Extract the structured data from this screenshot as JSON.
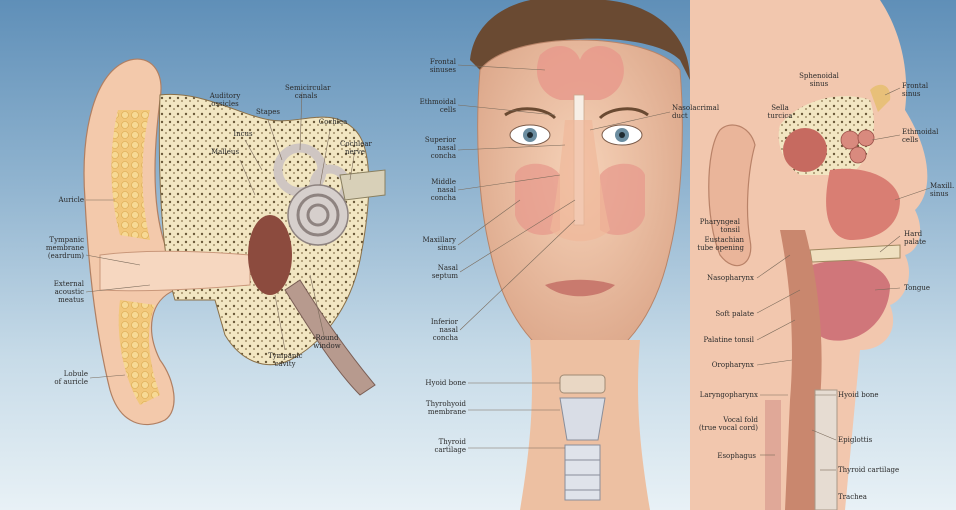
{
  "ear": {
    "labels": {
      "auditory_ossicles": "Auditory\nossicles",
      "stapes": "Stapes",
      "semicircular_canals": "Semicircular\ncanals",
      "incus": "Incus",
      "malleus": "Malleus",
      "cochlea": "Cochlea",
      "cochlear_nerve": "Cochlear\nnerve",
      "auricle": "Auricle",
      "tympanic_membrane": "Tympanic\nmembrane\n(eardrum)",
      "external_acoustic_meatus": "External\nacoustic\nmeatus",
      "lobule": "Lobule\nof auricle",
      "tympanic_cavity": "Tympanic\ncavity",
      "round_window": "Round\nwindow"
    }
  },
  "face": {
    "labels": {
      "frontal_sinuses": "Frontal\nsinuses",
      "ethmoidal_cells": "Ethmoidal\ncells",
      "superior_nasal_concha": "Superior\nnasal\nconcha",
      "middle_nasal_concha": "Middle\nnasal\nconcha",
      "maxillary_sinus": "Maxillary\nsinus",
      "nasal_septum": "Nasal\nseptum",
      "inferior_nasal_concha": "Inferior\nnasal\nconcha",
      "nasolacrimal_duct": "Nasolacrimal\nduct",
      "hyoid_bone": "Hyoid bone",
      "thyrohyoid_membrane": "Thyrohyoid\nmembrane",
      "thyroid_cartilage": "Thyroid\ncartilage"
    }
  },
  "sagittal": {
    "labels": {
      "sella_turcica": "Sella\nturcica",
      "sphenoidal_sinus": "Sphenoidal\nsinus",
      "frontal_sinus": "Frontal\nsinus",
      "ethmoidal_cells": "Ethmoidal\ncells",
      "maxillary_sinus": "Maxill.\nsinus",
      "pharyngeal_tonsil": "Pharyngeal\ntonsil",
      "eustachian_tube": "Eustachian\ntube opening",
      "nasopharynx": "Nasopharynx",
      "hard_palate": "Hard\npalate",
      "soft_palate": "Soft palate",
      "tongue": "Tongue",
      "palatine_tonsil": "Palatine tonsil",
      "oropharynx": "Oropharynx",
      "laryngopharynx": "Laryngopharynx",
      "vocal_fold": "Vocal fold\n(true vocal cord)",
      "hyoid_bone": "Hyoid bone",
      "epiglottis": "Epiglottis",
      "esophagus": "Esophagus",
      "thyroid_cartilage": "Thyroid cartilage",
      "trachea": "Trachea"
    }
  },
  "colors": {
    "background_top": "#5f8fb8",
    "skin": "#f0c4a8",
    "sinus": "#e8a094",
    "bone": "#efe2b8",
    "cochlea": "#c9c1bd"
  }
}
